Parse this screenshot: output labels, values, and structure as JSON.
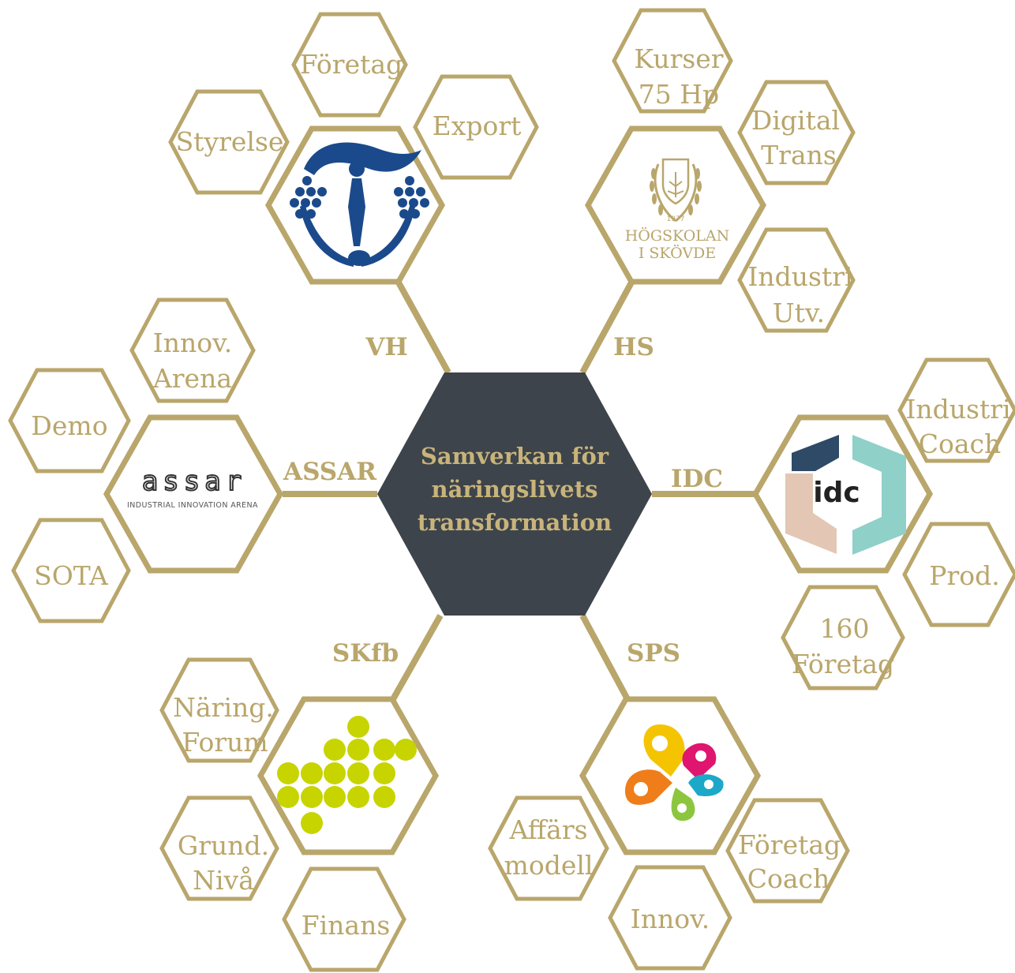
{
  "center": {
    "lines": [
      "Samverkan för",
      "näringslivets",
      "transformation"
    ]
  },
  "branches": {
    "vh": {
      "label": "VH",
      "satellites": [
        "Företag",
        "Export",
        "Styrelse"
      ]
    },
    "hs": {
      "label": "HS",
      "satellites": [
        [
          "Kurser",
          "75 Hp"
        ],
        [
          "Digital",
          "Trans"
        ],
        [
          "Industri",
          "Utv."
        ]
      ]
    },
    "assar": {
      "label": "ASSAR",
      "satellites": [
        [
          "Innov.",
          "Arena"
        ],
        "Demo",
        "SOTA"
      ]
    },
    "idc": {
      "label": "IDC",
      "satellites": [
        [
          "Industri",
          "Coach"
        ],
        "Prod.",
        [
          "160",
          "Företag"
        ]
      ]
    },
    "skfb": {
      "label": "SKfb",
      "satellites": [
        [
          "Näring.",
          "Forum"
        ],
        [
          "Grund.",
          "Nivå"
        ],
        "Finans"
      ]
    },
    "sps": {
      "label": "SPS",
      "satellites": [
        [
          "Affärs",
          "modell"
        ],
        [
          "Företag",
          "Coach"
        ],
        "Innov."
      ]
    }
  },
  "logos": {
    "hs": {
      "year": "1977",
      "name_line1": "HÖGSKOLAN",
      "name_line2": "I SKÖVDE"
    },
    "assar": {
      "wordmark": "assar",
      "tagline": "INDUSTRIAL INNOVATION ARENA"
    },
    "idc": {
      "wordmark": "idc"
    }
  },
  "colors": {
    "gold": "#b9a66b",
    "center_fill": "#3e444b",
    "center_text": "#c8b47a",
    "vh_blue": "#1b4a8c",
    "idc_navy": "#2e4a66",
    "idc_teal": "#8fd0c9",
    "idc_sand": "#e3c7b4",
    "skfb_green": "#c7d400"
  }
}
